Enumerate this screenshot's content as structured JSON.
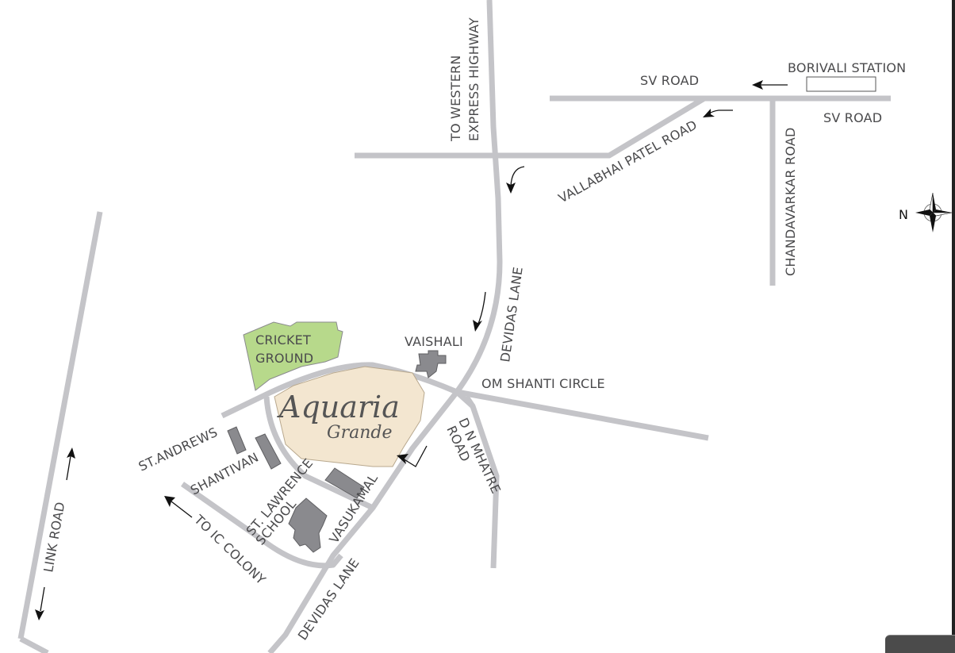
{
  "map": {
    "project": {
      "line1": "Aquaria",
      "line2": "Grande",
      "fill": "#f3e6d0"
    },
    "landmarks": {
      "cricket_ground": {
        "line1": "CRICKET",
        "line2": "GROUND",
        "fill": "#b7d98b"
      },
      "vaishali": "VAISHALI",
      "om_shanti_circle": "OM SHANTI CIRCLE",
      "borivali_station": "BORIVALI STATION",
      "st_andrews": "ST.ANDREWS",
      "shantivan": "SHANTIVAN",
      "st_lawrence_school": {
        "line1": "ST. LAWRENCE",
        "line2": "SCHOOL"
      },
      "vasukamal": "VASUKAMAL"
    },
    "roads": {
      "sv_road_top": "SV ROAD",
      "sv_road_right": "SV ROAD",
      "to_western_express_highway": {
        "line1": "TO WESTERN",
        "line2": "EXPRESS HIGHWAY"
      },
      "vallabhai_patel_road": "VALLABHAI PATEL ROAD",
      "chandavarkar_road": "CHANDAVARKAR ROAD",
      "devidas_lane_upper": "DEVIDAS LANE",
      "devidas_lane_lower": "DEVIDAS LANE",
      "dn_mhatre_road": {
        "line1": "D N MHATRE",
        "line2": "ROAD"
      },
      "link_road": "LINK ROAD",
      "to_ic_colony": "TO IC COLONY"
    },
    "compass": {
      "label": "N"
    },
    "colors": {
      "road": "#c4c4c8",
      "building": "#8a8a8e",
      "text": "#4a4a4c"
    }
  }
}
